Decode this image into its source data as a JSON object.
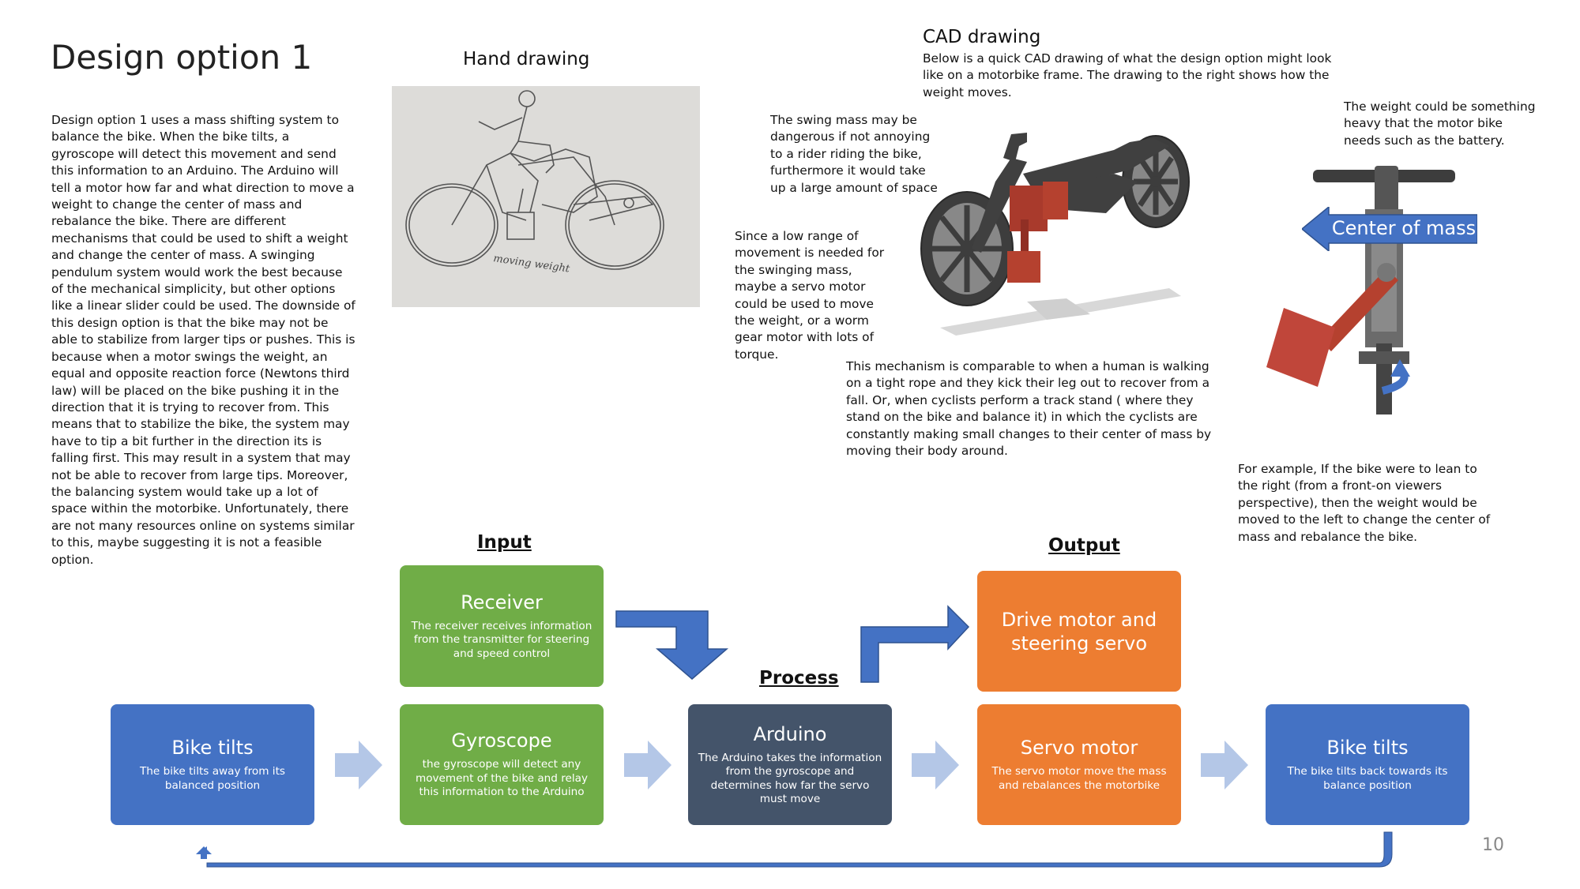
{
  "slide": {
    "title": "Design option 1",
    "page_number": "10"
  },
  "left_text": "Design option 1 uses a mass shifting system to balance the bike. When the bike tilts, a gyroscope will detect this movement and send this information to an Arduino. The Arduino will tell a motor how far and what direction to move a weight to change the center of mass and rebalance the bike. There are different mechanisms that could be used to shift a weight and change the center of mass. A swinging pendulum system would work the best because of the mechanical simplicity, but other options like a linear slider could be used. The downside of this design option is that the bike may not be able to stabilize from larger tips or pushes. This is because when a motor swings the weight, an equal and opposite reaction  force (Newtons third law) will be placed on the bike pushing it in the direction that it is trying to recover from. This means that to stabilize the bike, the system may have to tip a bit further in the direction its is falling first. This may result in a system that may not be able to recover from large tips. Moreover, the balancing system would take up a lot of space within the motorbike. Unfortunately, there are not many resources online on systems similar to this, maybe suggesting it is not a feasible option.",
  "hand_drawing": {
    "heading": "Hand drawing",
    "annotation": "moving weight"
  },
  "cad": {
    "heading": "CAD drawing",
    "intro": "Below is a quick CAD drawing of what the design option might look like on a motorbike frame. The drawing to the right shows how the weight moves.",
    "swing_note": "The swing mass may be dangerous if not annoying to a rider riding the bike, furthermore it would take up a large amount of space",
    "servo_note": "Since a low range of movement is needed for the swinging mass, maybe a servo motor could be used to move the weight, or a worm gear motor with lots of torque.",
    "weight_note": "The weight could be something heavy that the motor bike needs such as the battery.",
    "center_of_mass_label": "Center of mass",
    "mechanism_note": "This mechanism is comparable to when a human is walking on a tight rope and they kick their leg out to recover from a fall. Or, when cyclists perform a track stand ( where they stand on the bike and balance it) in which the cyclists are constantly making small changes to their center of mass by moving their body around.",
    "example_note": "For example, If the bike were to lean to the right (from a front-on viewers perspective), then the weight would be moved to the left to change the center of mass and rebalance the bike."
  },
  "flow": {
    "input_label": "Input",
    "process_label": "Process",
    "output_label": "Output",
    "boxes": {
      "bike_tilts_1": {
        "title": "Bike tilts",
        "desc": "The bike tilts away from its balanced position"
      },
      "receiver": {
        "title": "Receiver",
        "desc": "The receiver receives information from the transmitter for steering and speed control"
      },
      "gyroscope": {
        "title": "Gyroscope",
        "desc": "the gyroscope will detect any movement of the bike and relay this information to the Arduino"
      },
      "arduino": {
        "title": "Arduino",
        "desc": "The Arduino takes the information from the gyroscope and determines how far the servo must move"
      },
      "drive_motor": {
        "title": "Drive motor and steering servo",
        "desc": ""
      },
      "servo_motor": {
        "title": "Servo motor",
        "desc": "The servo motor move the mass and rebalances the motorbike"
      },
      "bike_tilts_2": {
        "title": "Bike tilts",
        "desc": "The bike tilts back towards its balance position"
      }
    }
  },
  "colors": {
    "blue": "#4472c4",
    "green": "#70ad47",
    "dark": "#44546a",
    "orange": "#ed7d31",
    "chevron": "#b4c7e7",
    "arrow_blue": "#4472c4"
  }
}
